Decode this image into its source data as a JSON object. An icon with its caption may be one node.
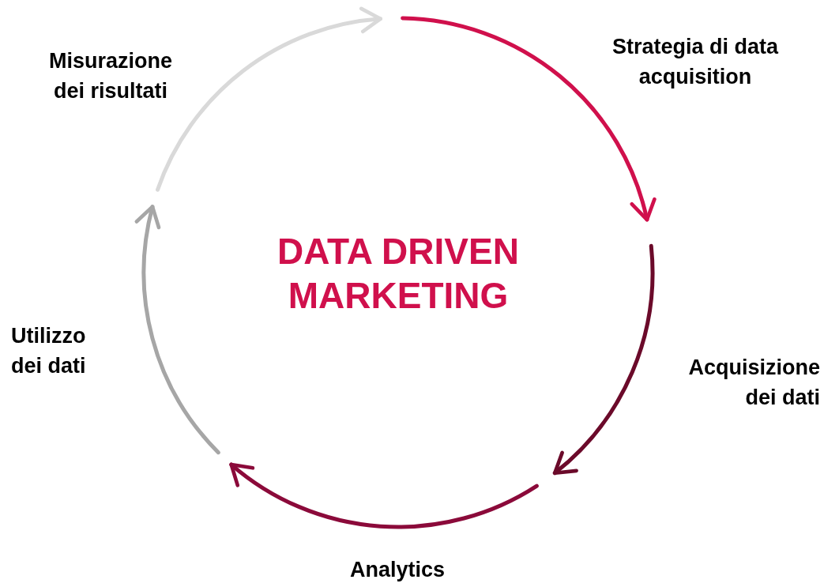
{
  "diagram": {
    "title": "DATA DRIVEN MARKETING",
    "labels": [
      "Strategia di data acquisition",
      "Acquisizione dei dati",
      "Analytics",
      "Utilizzo dei dati",
      "Misurazione dei risultati"
    ]
  }
}
